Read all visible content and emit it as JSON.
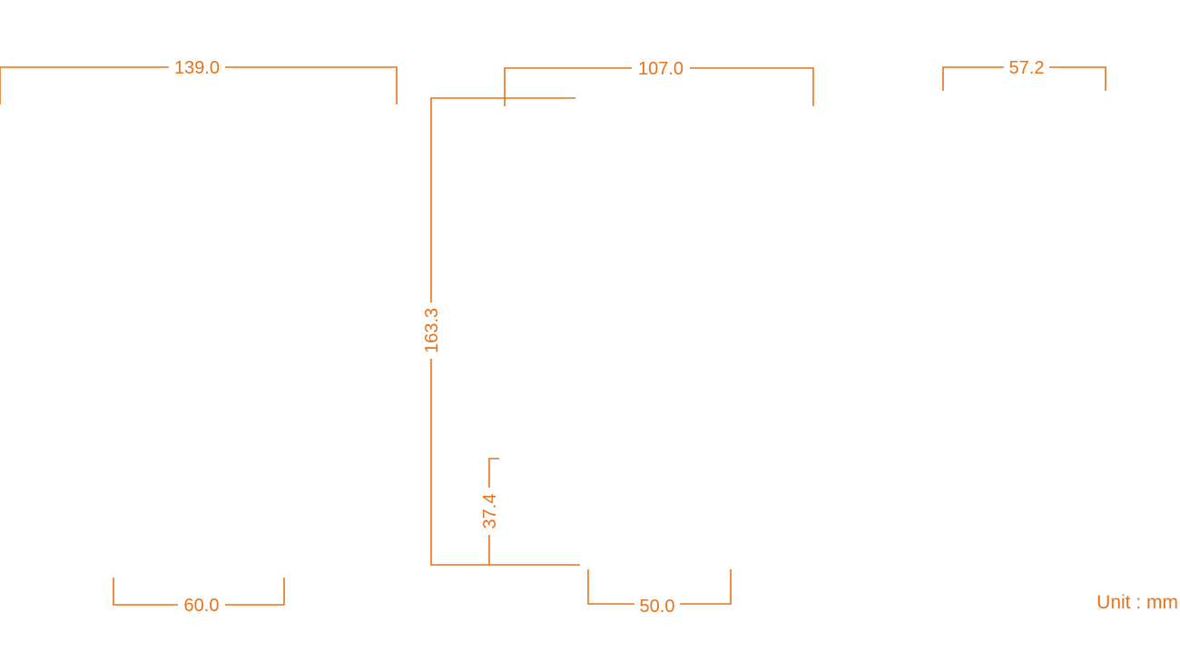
{
  "drawing": {
    "unit_label": "Unit : mm",
    "line_color": "#e8731a",
    "dimensions": {
      "top_width_1": "139.0",
      "top_width_2": "107.0",
      "top_width_3": "57.2",
      "height_main": "163.3",
      "height_small": "37.4",
      "bottom_width_1": "60.0",
      "bottom_width_2": "50.0"
    }
  }
}
